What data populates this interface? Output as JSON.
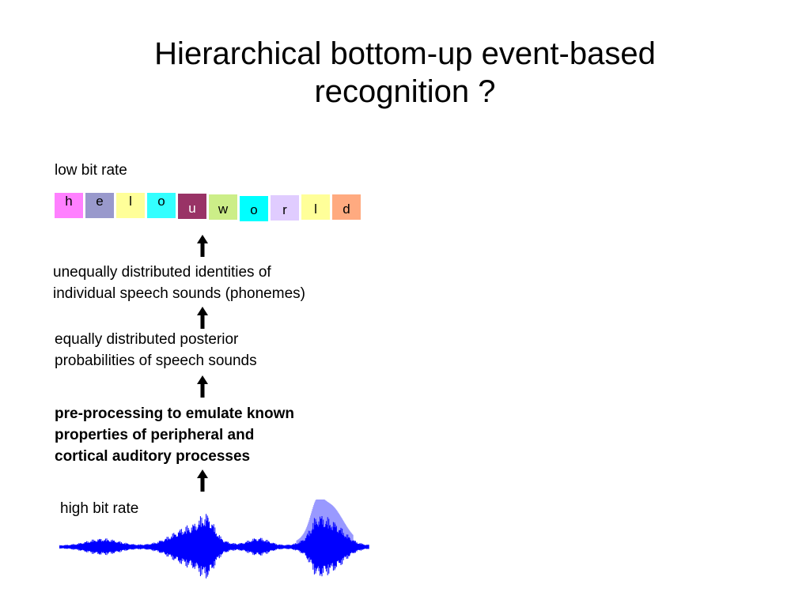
{
  "title": {
    "line1": "Hierarchical bottom-up event-based",
    "line2": "recognition ?"
  },
  "labels": {
    "low_bit_rate": "low bit rate",
    "phoneme_identities": {
      "line1": "unequally distributed identities of",
      "line2": "individual speech sounds (phonemes)"
    },
    "posteriors": {
      "line1": "equally distributed posterior",
      "line2": "probabilities of speech sounds"
    },
    "preprocessing": {
      "line1": "pre-processing to emulate known",
      "line2": "properties of peripheral and",
      "line3": "cortical auditory processes"
    },
    "high_bit_rate": "high bit rate"
  },
  "phonemes": [
    {
      "letter": "h",
      "color": "#ff80ff"
    },
    {
      "letter": "e",
      "color": "#9999cc"
    },
    {
      "letter": "l",
      "color": "#ffff99"
    },
    {
      "letter": "o",
      "color": "#33ffff"
    },
    {
      "letter": "u",
      "color": "#993366",
      "text_color": "#ffffff"
    },
    {
      "letter": "w",
      "color": "#ccee88"
    },
    {
      "letter": "o",
      "color": "#00ffff"
    },
    {
      "letter": "r",
      "color": "#e0ccff"
    },
    {
      "letter": "l",
      "color": "#ffff99"
    },
    {
      "letter": "d",
      "color": "#ffaa80"
    }
  ],
  "colors": {
    "arrow": "#000000",
    "waveform": "#0000ff",
    "waveform_light": "#9999ff"
  },
  "icons": {
    "arrow": "up-arrow-icon",
    "waveform": "speech-waveform-icon"
  }
}
